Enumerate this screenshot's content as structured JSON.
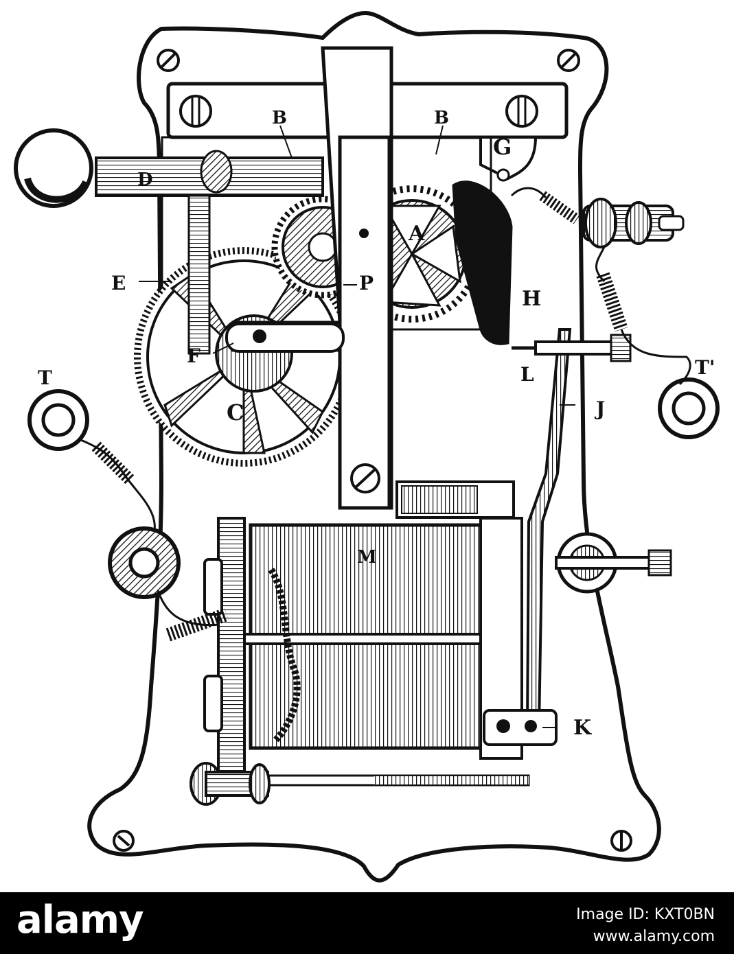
{
  "diagram": {
    "labels": {
      "A": "A",
      "B_left": "B",
      "B_right": "B",
      "C": "C",
      "D": "D",
      "E": "E",
      "F": "F",
      "G": "G",
      "H": "H",
      "J": "J",
      "K": "K",
      "L": "L",
      "M": "M",
      "P": "P",
      "T_left": "T",
      "T_right": "T'"
    }
  },
  "watermark": {
    "brand": "alamy",
    "image_id": "Image ID: KXT0BN",
    "site": "www.alamy.com"
  },
  "colors": {
    "ink": "#111111",
    "paper": "#ffffff",
    "footer": "#000000"
  }
}
